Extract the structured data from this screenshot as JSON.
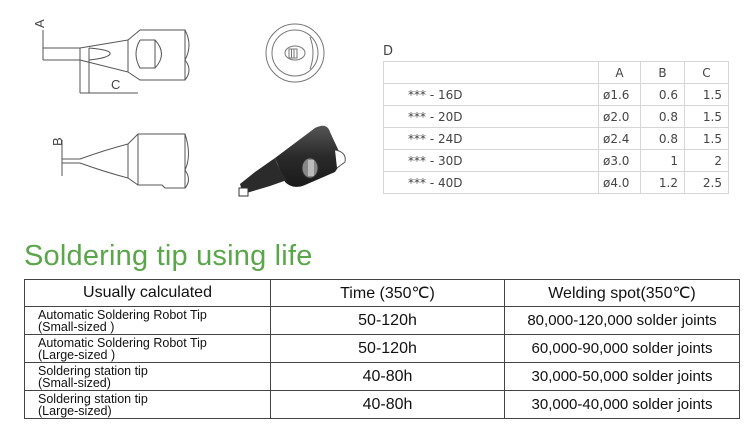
{
  "diagram": {
    "side_view_labels": [
      "A",
      "C"
    ],
    "tip_view_label": "B",
    "end_view": "end-view-drawing",
    "render_3d": "tip-3d-render"
  },
  "dims_table": {
    "title": "D",
    "headers": [
      "",
      "A",
      "B",
      "C"
    ],
    "rows": [
      {
        "model": "*** - 16D",
        "a": "ø1.6",
        "b": "0.6",
        "c": "1.5"
      },
      {
        "model": "*** - 20D",
        "a": "ø2.0",
        "b": "0.8",
        "c": "1.5"
      },
      {
        "model": "*** - 24D",
        "a": "ø2.4",
        "b": "0.8",
        "c": "1.5"
      },
      {
        "model": "*** - 30D",
        "a": "ø3.0",
        "b": "1",
        "c": "2"
      },
      {
        "model": "*** - 40D",
        "a": "ø4.0",
        "b": "1.2",
        "c": "2.5"
      }
    ]
  },
  "life_section": {
    "title": "Soldering tip using life",
    "title_color": "#5aa64a",
    "headers": [
      "Usually calculated",
      "Time (350℃)",
      "Welding spot(350℃)"
    ],
    "rows": [
      {
        "line1": "Automatic Soldering Robot Tip",
        "line2": "(Small-sized )",
        "time": "50-120h",
        "spot": "80,000-120,000 solder joints"
      },
      {
        "line1": "Automatic Soldering Robot Tip",
        "line2": "(Large-sized )",
        "time": "50-120h",
        "spot": "60,000-90,000 solder joints"
      },
      {
        "line1": "Soldering station tip",
        "line2": "(Small-sized)",
        "time": "40-80h",
        "spot": "30,000-50,000 solder joints"
      },
      {
        "line1": "Soldering station tip",
        "line2": "(Large-sized)",
        "time": "40-80h",
        "spot": "30,000-40,000 solder joints"
      }
    ]
  }
}
